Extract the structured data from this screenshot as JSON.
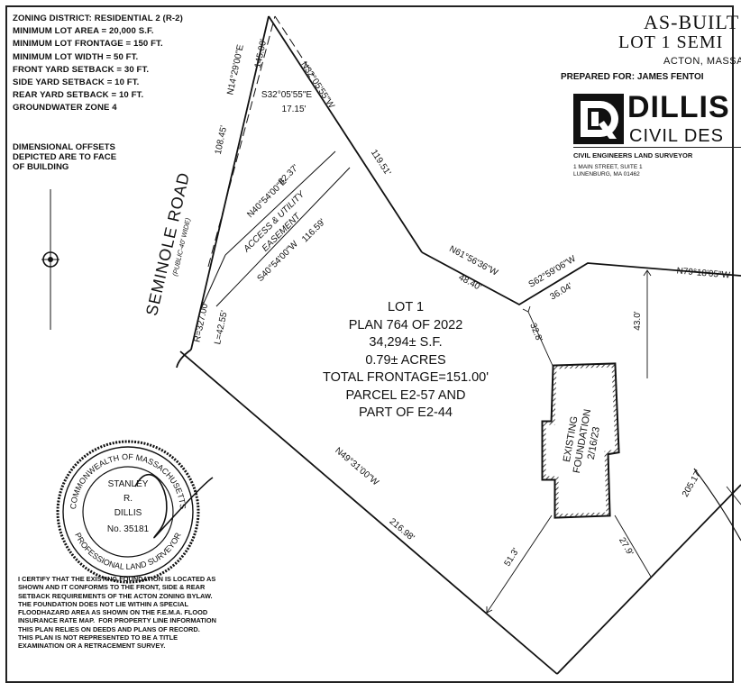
{
  "zoning_notes": [
    "ZONING DISTRICT: RESIDENTIAL 2 (R-2)",
    "MINIMUM LOT AREA = 20,000 S.F.",
    "MINIMUM LOT FRONTAGE = 150 FT.",
    "MINIMUM LOT WIDTH = 50 FT.",
    "FRONT YARD SETBACK = 30 FT.",
    "SIDE YARD SETBACK = 10 FT.",
    "REAR YARD SETBACK = 10 FT.",
    "GROUNDWATER ZONE 4"
  ],
  "offsets_note": "DIMENSIONAL OFFSETS\nDEPICTED ARE TO FACE\nOF BUILDING",
  "title": {
    "line1": "AS-BUILT",
    "line2": "LOT 1 SEMI",
    "line3": "ACTON, MASSA",
    "prepared_for": "PREPARED FOR: JAMES FENTOI"
  },
  "firm": {
    "name": "DILLIS",
    "subtitle": "CIVIL DES",
    "services": "CIVIL ENGINEERS      LAND SURVEYOR",
    "address": "1 MAIN STREET, SUITE 1\nLUNENBURG, MA 01462"
  },
  "road": {
    "name": "SEMINOLE ROAD",
    "note": "(PUBLIC-40' WIDE)"
  },
  "lot": {
    "line1": "LOT 1",
    "line2": "PLAN 764 OF 2022",
    "line3": "34,294± S.F.",
    "line4": "0.79± ACRES",
    "line5": "TOTAL FRONTAGE=151.00'",
    "line6": "PARCEL E2-57 AND",
    "line7": "PART OF E2-44"
  },
  "foundation": {
    "line1": "EXISTING",
    "line2": "FOUNDATION",
    "line3": "2/16/23"
  },
  "bearings": {
    "b1": "N14°29'00\"E",
    "d1": "145.00'",
    "d1b": "108.45'",
    "b2": "N32°05'55\"W",
    "d2": "119.51'",
    "b3": "S32°05'55\"E",
    "d3": "17.15'",
    "b4": "N40°54'00\"E",
    "d4": "82.37'",
    "easement": "ACCESS & UTILITY",
    "easement2": "EASEMENT",
    "b5": "S40°54'00\"W",
    "d5": "116.59'",
    "b6": "N61°56'36\"W",
    "d6": "48.40'",
    "b7": "S62°59'06\"W",
    "d7": "36.04'",
    "b8": "N79°18'05\"W",
    "b9": "N49°31'00\"W",
    "d9": "216.98'",
    "curve_r": "R=327.00'",
    "curve_l": "L=42.55'",
    "off1": "32.8'",
    "off2": "43.0'",
    "off3": "51.3'",
    "off4": "27.9'",
    "d10": "205.17'"
  },
  "seal": {
    "ring_text": "COMMONWEALTH OF MASSACHUSETTS",
    "ring_text2": "PROFESSIONAL LAND SURVEYOR",
    "name1": "STANLEY",
    "name2": "R.",
    "name3": "DILLIS",
    "number": "No. 35181"
  },
  "certification": "I CERTIFY THAT THE EXISTING FOUNDATION IS LOCATED AS\nSHOWN AND IT CONFORMS TO THE FRONT, SIDE & REAR\nSETBACK REQUIREMENTS OF THE ACTON ZONING BYLAW.\nTHE FOUNDATION DOES NOT LIE WITHIN A SPECIAL\nFLOODHAZARD AREA AS SHOWN ON THE F.E.M.A. FLOOD\nINSURANCE RATE MAP.  FOR PROPERTY LINE INFORMATION\nTHIS PLAN RELIES ON DEEDS AND PLANS OF RECORD.\nTHIS PLAN IS NOT REPRESENTED TO BE A TITLE\nEXAMINATION OR A RETRACEMENT SURVEY."
}
